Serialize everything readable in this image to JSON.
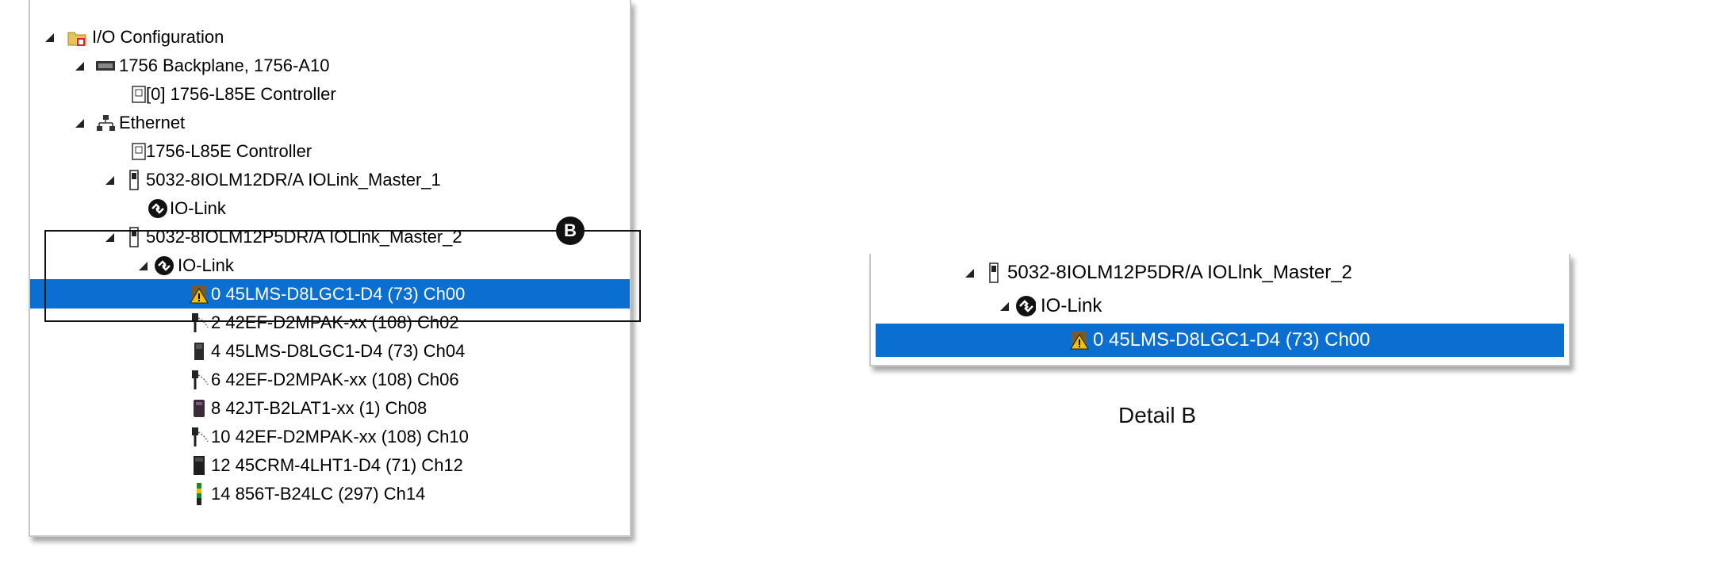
{
  "tree": {
    "root_label": "I/O Configuration",
    "backplane_label": "1756 Backplane, 1756-A10",
    "backplane_controller_label": "[0] 1756-L85E Controller",
    "ethernet_label": "Ethernet",
    "ethernet_controller_label": "1756-L85E Controller",
    "master1_label": "5032-8IOLM12DR/A IOLink_Master_1",
    "master1_iolink_label": "IO-Link",
    "master2_label": "5032-8IOLM12P5DR/A IOLlnk_Master_2",
    "master2_iolink_label": "IO-Link",
    "devices": [
      {
        "label": "0 45LMS-D8LGC1-D4 (73) Ch00",
        "icon": "warning-icon"
      },
      {
        "label": "2 42EF-D2MPAK-xx (108) Ch02",
        "icon": "sensor-cable-icon"
      },
      {
        "label": "4 45LMS-D8LGC1-D4 (73) Ch04",
        "icon": "distance-sensor-icon"
      },
      {
        "label": "6 42EF-D2MPAK-xx (108) Ch06",
        "icon": "sensor-cable-icon"
      },
      {
        "label": "8 42JT-B2LAT1-xx (1) Ch08",
        "icon": "photo-sensor-icon"
      },
      {
        "label": "10 42EF-D2MPAK-xx (108) Ch10",
        "icon": "sensor-cable-icon"
      },
      {
        "label": "12 45CRM-4LHT1-D4 (71) Ch12",
        "icon": "color-sensor-icon"
      },
      {
        "label": "14 856T-B24LC (297) Ch14",
        "icon": "stack-light-icon"
      }
    ]
  },
  "callout": {
    "letter": "B"
  },
  "detail": {
    "master_label": "5032-8IOLM12P5DR/A IOLlnk_Master_2",
    "iolink_label": "IO-Link",
    "device_label": "0 45LMS-D8LGC1-D4 (73) Ch00",
    "caption": "Detail B"
  },
  "colors": {
    "selection": "#0a6fd0",
    "icon_green": "#1b8a2a",
    "warning_yellow": "#f2c200"
  }
}
